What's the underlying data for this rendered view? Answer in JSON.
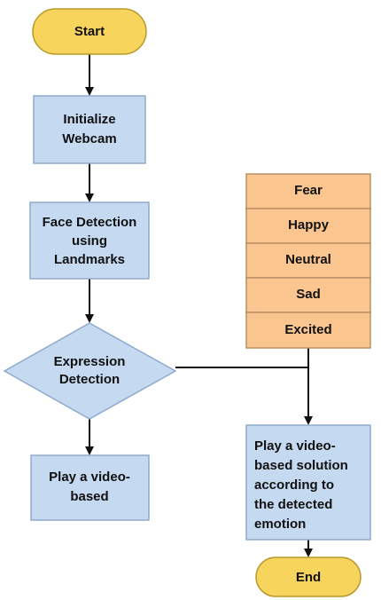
{
  "nodes": {
    "start": {
      "label": "Start"
    },
    "init_webcam": {
      "lines": [
        "Initialize",
        "Webcam"
      ]
    },
    "face_detection": {
      "lines": [
        "Face Detection",
        "using",
        "Landmarks"
      ]
    },
    "expression_detection": {
      "lines": [
        "Expression",
        "Detection"
      ]
    },
    "play_video_left": {
      "lines": [
        "Play a video-",
        "based"
      ]
    },
    "emotions": [
      "Fear",
      "Happy",
      "Neutral",
      "Sad",
      "Excited"
    ],
    "play_video_right": {
      "lines": [
        "Play a video-",
        "based solution",
        "according to",
        "the detected",
        "emotion"
      ]
    },
    "end": {
      "label": "End"
    }
  },
  "colors": {
    "terminal_fill": "#f7d45c",
    "terminal_stroke": "#b79a2c",
    "process_fill": "#c5d9f1",
    "process_stroke": "#8eaacb",
    "emotion_fill": "#fbc58f",
    "emotion_stroke": "#b98f63",
    "connector": "#111111"
  }
}
